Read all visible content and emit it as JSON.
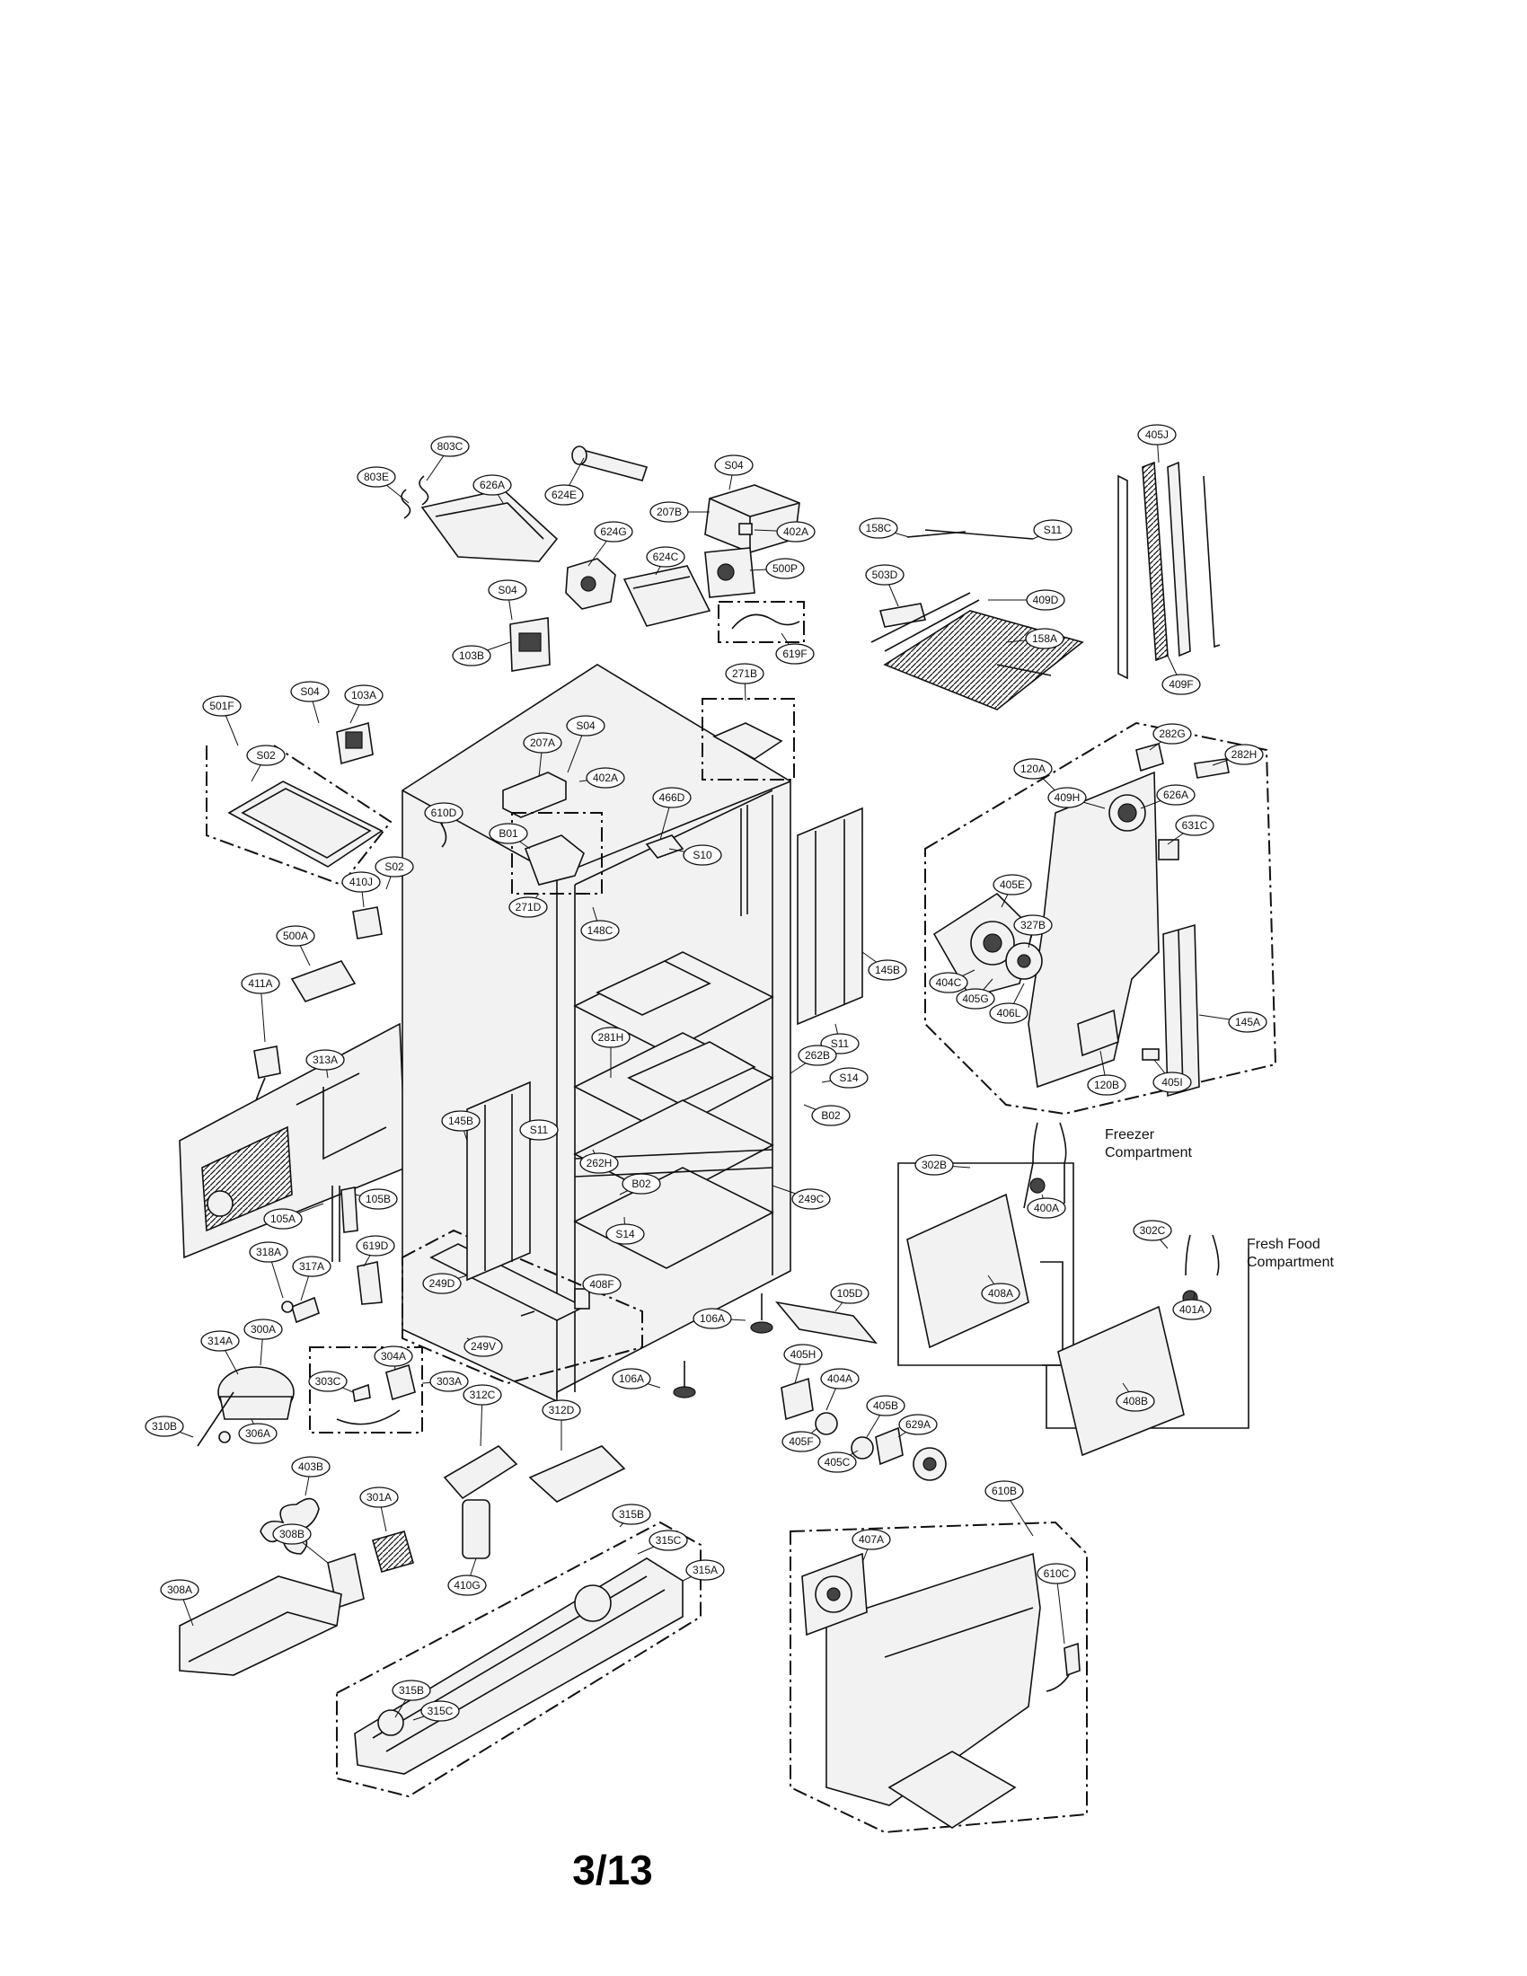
{
  "page": {
    "number": "3/13"
  },
  "captions": [
    {
      "id": "freezer",
      "lines": [
        "Freezer",
        "Compartment"
      ]
    },
    {
      "id": "freshfood",
      "lines": [
        "Fresh Food",
        "Compartment"
      ]
    }
  ],
  "labels": [
    "803E",
    "803C",
    "626A",
    "624E",
    "S04",
    "207B",
    "402A",
    "624G",
    "624C",
    "500P",
    "158C",
    "S11",
    "503D",
    "409D",
    "158A",
    "405J",
    "409F",
    "S04",
    "103B",
    "619F",
    "S04",
    "103A",
    "501F",
    "S02",
    "207A",
    "S04",
    "402A",
    "271B",
    "610D",
    "B01",
    "466D",
    "S10",
    "410J",
    "S02",
    "271D",
    "148C",
    "500A",
    "411A",
    "313A",
    "145B",
    "S11",
    "120A",
    "282G",
    "282H",
    "409H",
    "626A",
    "631C",
    "405E",
    "327B",
    "404C",
    "405G",
    "406L",
    "145A",
    "120B",
    "405I",
    "281H",
    "262B",
    "S14",
    "B02",
    "145B",
    "S11",
    "262H",
    "B02",
    "S14",
    "249C",
    "302B",
    "400A",
    "302C",
    "401A",
    "408A",
    "408B",
    "105A",
    "105B",
    "619D",
    "318A",
    "317A",
    "249D",
    "408F",
    "249V",
    "106A",
    "105D",
    "314A",
    "300A",
    "303C",
    "304A",
    "303A",
    "312C",
    "312D",
    "106A",
    "405H",
    "404A",
    "405B",
    "629A",
    "405F",
    "405C",
    "310B",
    "306A",
    "403B",
    "301A",
    "308B",
    "410G",
    "315B",
    "315C",
    "315A",
    "610B",
    "407A",
    "610C",
    "308A",
    "315B",
    "315C"
  ]
}
